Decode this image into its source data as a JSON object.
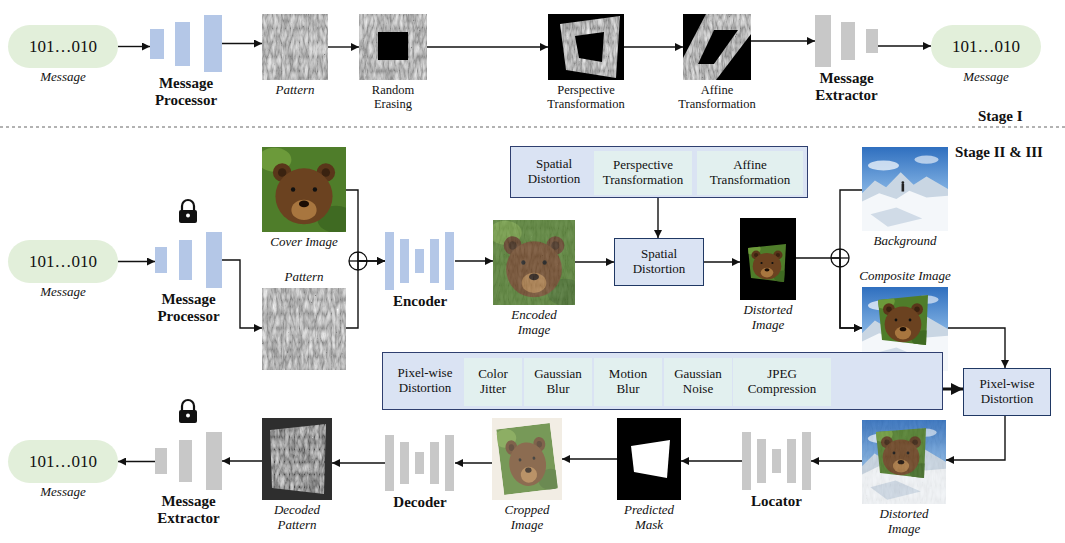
{
  "diagram": {
    "nodes": [
      {
        "text": [
          "101…010",
          "Message"
        ]
      },
      {
        "text": [
          "Message Processor"
        ]
      },
      {
        "text": [
          "Pattern"
        ]
      },
      {
        "text": [
          "Random Erasing"
        ]
      },
      {
        "text": [
          "Perspective Transformation"
        ]
      },
      {
        "text": [
          "Affine Transformation"
        ]
      },
      {
        "text": [
          "Message Extractor"
        ]
      },
      {
        "text": [
          "101…010",
          "Message"
        ]
      },
      {
        "text": [
          "101…010",
          "Message"
        ]
      },
      {
        "text": [
          "Message Processor"
        ]
      },
      {
        "text": [
          "Cover Image"
        ]
      },
      {
        "text": [
          "Pattern"
        ]
      },
      {
        "text": [
          "Encoder"
        ]
      },
      {
        "text": [
          "Encoded Image"
        ]
      },
      {
        "text": [
          "Spatial Distortion"
        ]
      },
      {
        "text": [
          "Perspective Transformation"
        ],
        "in": 14
      },
      {
        "text": [
          "Affine Transformation"
        ],
        "in": 14
      },
      {
        "text": [
          "Spatial Distortion"
        ]
      },
      {
        "text": [
          "Distorted Image"
        ]
      },
      {
        "text": [
          "Background"
        ]
      },
      {
        "text": [
          "Composite Image"
        ]
      },
      {
        "text": [
          "Pixel-wise Distortion"
        ]
      },
      {
        "text": [
          "Color Jitter"
        ],
        "in": 21
      },
      {
        "text": [
          "Gaussian Blur"
        ],
        "in": 21
      },
      {
        "text": [
          "Motion Blur"
        ],
        "in": 21
      },
      {
        "text": [
          "Gaussian Noise"
        ],
        "in": 21
      },
      {
        "text": [
          "JPEG Compression"
        ],
        "in": 21
      },
      {
        "text": [
          "Pixel-wise Distortion"
        ]
      },
      {
        "text": [
          "Distorted Image"
        ]
      },
      {
        "text": [
          "Locator"
        ]
      },
      {
        "text": [
          "Predicted Mask"
        ]
      },
      {
        "text": [
          "Cropped Image"
        ]
      },
      {
        "text": [
          "Decoder"
        ]
      },
      {
        "text": [
          "Decoded Pattern"
        ]
      },
      {
        "text": [
          "Message Extractor"
        ]
      },
      {
        "text": [
          "101…010",
          "Message"
        ]
      }
    ],
    "edges": [
      {
        "from": 0,
        "to": 1,
        "arrow": "to"
      },
      {
        "from": 1,
        "to": 2,
        "arrow": "to"
      },
      {
        "from": 2,
        "to": 3,
        "arrow": "to"
      },
      {
        "from": 3,
        "to": 4,
        "arrow": "to"
      },
      {
        "from": 4,
        "to": 5,
        "arrow": "to"
      },
      {
        "from": 5,
        "to": 6,
        "arrow": "to"
      },
      {
        "from": 6,
        "to": 7,
        "arrow": "to"
      },
      {
        "from": 8,
        "to": 9,
        "arrow": "to"
      },
      {
        "from": 9,
        "to": 11,
        "arrow": "to"
      },
      {
        "from": 10,
        "to": 12,
        "arrow": "to"
      },
      {
        "from": 11,
        "to": 12,
        "arrow": "to"
      },
      {
        "from": 12,
        "to": 13,
        "arrow": "to"
      },
      {
        "from": 13,
        "to": 17,
        "arrow": "to"
      },
      {
        "from": 14,
        "to": 17,
        "arrow": "to"
      },
      {
        "from": 17,
        "to": 18,
        "arrow": "to"
      },
      {
        "from": 18,
        "to": 20,
        "arrow": "to"
      },
      {
        "from": 19,
        "to": 20,
        "arrow": "to"
      },
      {
        "from": 20,
        "to": 27,
        "arrow": "to"
      },
      {
        "from": 21,
        "to": 27,
        "arrow": "to"
      },
      {
        "from": 27,
        "to": 28,
        "arrow": "to"
      },
      {
        "from": 28,
        "to": 29,
        "arrow": "to"
      },
      {
        "from": 29,
        "to": 30,
        "arrow": "to"
      },
      {
        "from": 30,
        "to": 31,
        "arrow": "to"
      },
      {
        "from": 31,
        "to": 32,
        "arrow": "to"
      },
      {
        "from": 32,
        "to": 33,
        "arrow": "to"
      },
      {
        "from": 33,
        "to": 34,
        "arrow": "to"
      },
      {
        "from": 34,
        "to": 35,
        "arrow": "to"
      }
    ],
    "labels": [
      "Stage I",
      "Stage II & III"
    ]
  }
}
